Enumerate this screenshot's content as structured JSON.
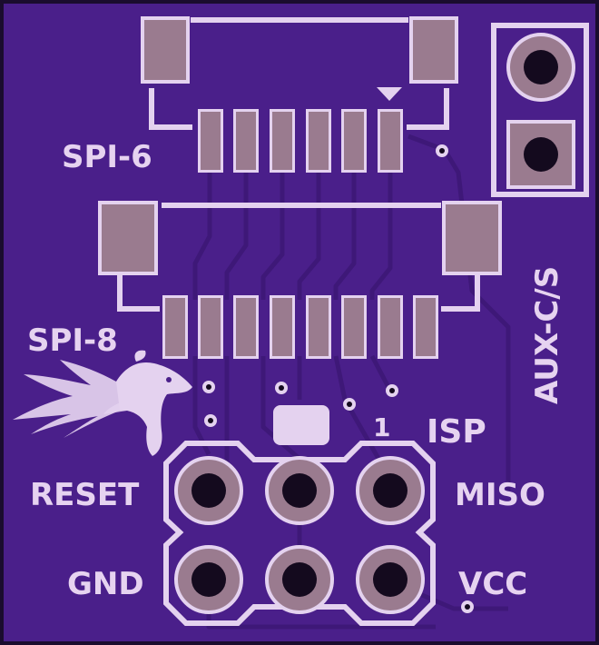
{
  "board": {
    "colors": {
      "background": "#1a0c2e",
      "substrate": "#4a1f8a",
      "trace": "#3d187a",
      "silkscreen": "#e4d2ef",
      "pad": "#9a7b8f",
      "pad_dark": "#845f78",
      "hole": "#140a1e"
    }
  },
  "labels": {
    "spi6": "SPI-6",
    "spi8": "SPI-8",
    "aux": "AUX-C/S",
    "isp": "ISP",
    "pin1": "1",
    "reset": "RESET",
    "miso": "MISO",
    "gnd": "GND",
    "vcc": "VCC"
  },
  "logo": {
    "icon": "flaming-dog-logo-icon"
  }
}
